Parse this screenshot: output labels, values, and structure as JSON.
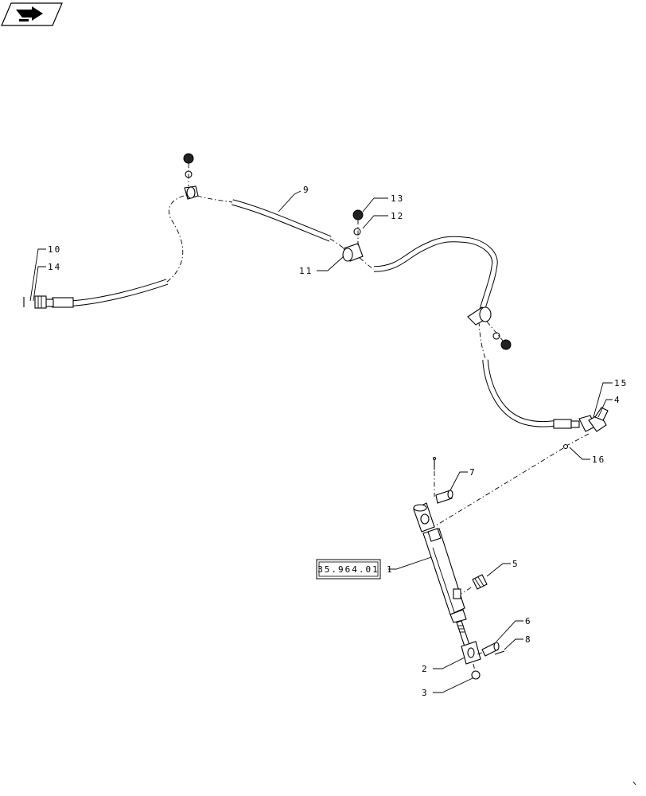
{
  "callouts": [
    {
      "id": "1",
      "text": "1"
    },
    {
      "id": "2",
      "text": "2"
    },
    {
      "id": "3",
      "text": "3"
    },
    {
      "id": "4",
      "text": "4"
    },
    {
      "id": "5",
      "text": "5"
    },
    {
      "id": "6",
      "text": "6"
    },
    {
      "id": "7",
      "text": "7"
    },
    {
      "id": "8",
      "text": "8"
    },
    {
      "id": "9",
      "text": "9"
    },
    {
      "id": "10",
      "text": "10"
    },
    {
      "id": "11",
      "text": "11"
    },
    {
      "id": "12",
      "text": "12"
    },
    {
      "id": "13",
      "text": "13"
    },
    {
      "id": "14",
      "text": "14"
    },
    {
      "id": "15",
      "text": "15"
    },
    {
      "id": "16",
      "text": "16"
    }
  ],
  "reference_box": {
    "text": "35.964.01"
  },
  "nav_icon": "book-arrow-icon"
}
